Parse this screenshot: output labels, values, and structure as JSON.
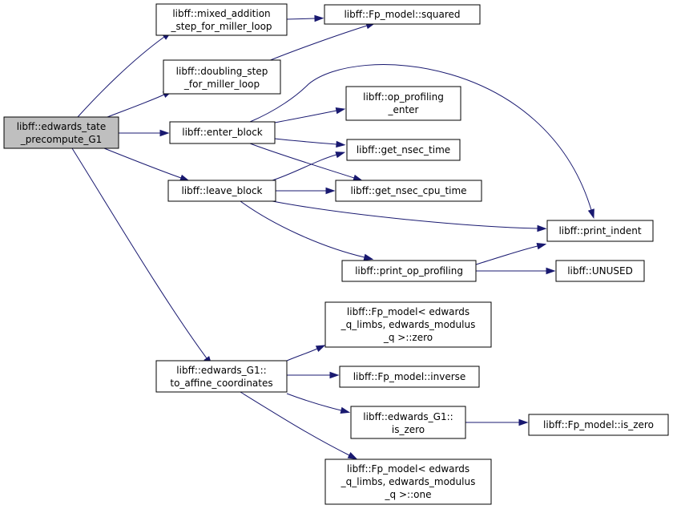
{
  "graph": {
    "nodes": {
      "root": [
        "libff::edwards_tate",
        "_precompute_G1"
      ],
      "mixed": [
        "libff::mixed_addition",
        "_step_for_miller_loop"
      ],
      "squared": [
        "libff::Fp_model::squared"
      ],
      "doubling": [
        "libff::doubling_step",
        "_for_miller_loop"
      ],
      "enter": [
        "libff::enter_block"
      ],
      "opprof_enter": [
        "libff::op_profiling",
        "_enter"
      ],
      "nsec": [
        "libff::get_nsec_time"
      ],
      "cpu": [
        "libff::get_nsec_cpu_time"
      ],
      "leave": [
        "libff::leave_block"
      ],
      "indent": [
        "libff::print_indent"
      ],
      "printop": [
        "libff::print_op_profiling"
      ],
      "unused": [
        "libff::UNUSED"
      ],
      "affine": [
        "libff::edwards_G1::",
        "to_affine_coordinates"
      ],
      "fpzero": [
        "libff::Fp_model< edwards",
        "_q_limbs, edwards_modulus",
        "_q >::zero"
      ],
      "inverse": [
        "libff::Fp_model::inverse"
      ],
      "g1iszero": [
        "libff::edwards_G1::",
        "is_zero"
      ],
      "fpiszero": [
        "libff::Fp_model::is_zero"
      ],
      "fpone": [
        "libff::Fp_model< edwards",
        "_q_limbs, edwards_modulus",
        "_q >::one"
      ]
    },
    "edges": [
      [
        "root",
        "mixed"
      ],
      [
        "root",
        "doubling"
      ],
      [
        "root",
        "enter"
      ],
      [
        "root",
        "leave"
      ],
      [
        "root",
        "affine"
      ],
      [
        "mixed",
        "squared"
      ],
      [
        "doubling",
        "squared"
      ],
      [
        "enter",
        "opprof_enter"
      ],
      [
        "enter",
        "nsec"
      ],
      [
        "enter",
        "cpu"
      ],
      [
        "enter",
        "indent"
      ],
      [
        "leave",
        "nsec"
      ],
      [
        "leave",
        "cpu"
      ],
      [
        "leave",
        "indent"
      ],
      [
        "leave",
        "printop"
      ],
      [
        "printop",
        "indent"
      ],
      [
        "printop",
        "unused"
      ],
      [
        "affine",
        "fpzero"
      ],
      [
        "affine",
        "inverse"
      ],
      [
        "affine",
        "g1iszero"
      ],
      [
        "affine",
        "fpone"
      ],
      [
        "g1iszero",
        "fpiszero"
      ]
    ]
  },
  "colors": {
    "edge": "#191970",
    "root_fill": "#bfbfbf",
    "node_fill": "#ffffff",
    "border": "#000000"
  }
}
